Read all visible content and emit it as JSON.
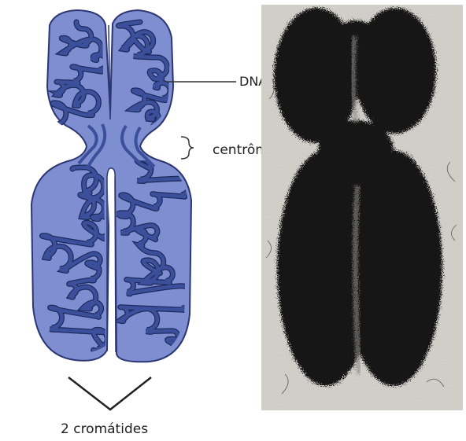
{
  "labels": {
    "dna": "DNA",
    "centromere": "centrômero",
    "chromatids": "2 cromátides"
  },
  "colors": {
    "chromatid_fill": "#7e8ed1",
    "chromatid_outline": "#2c3672",
    "dna_strand": "#3b4f9a",
    "photo_background": "#ddd9d3",
    "photo_chromosome": "#161616"
  }
}
